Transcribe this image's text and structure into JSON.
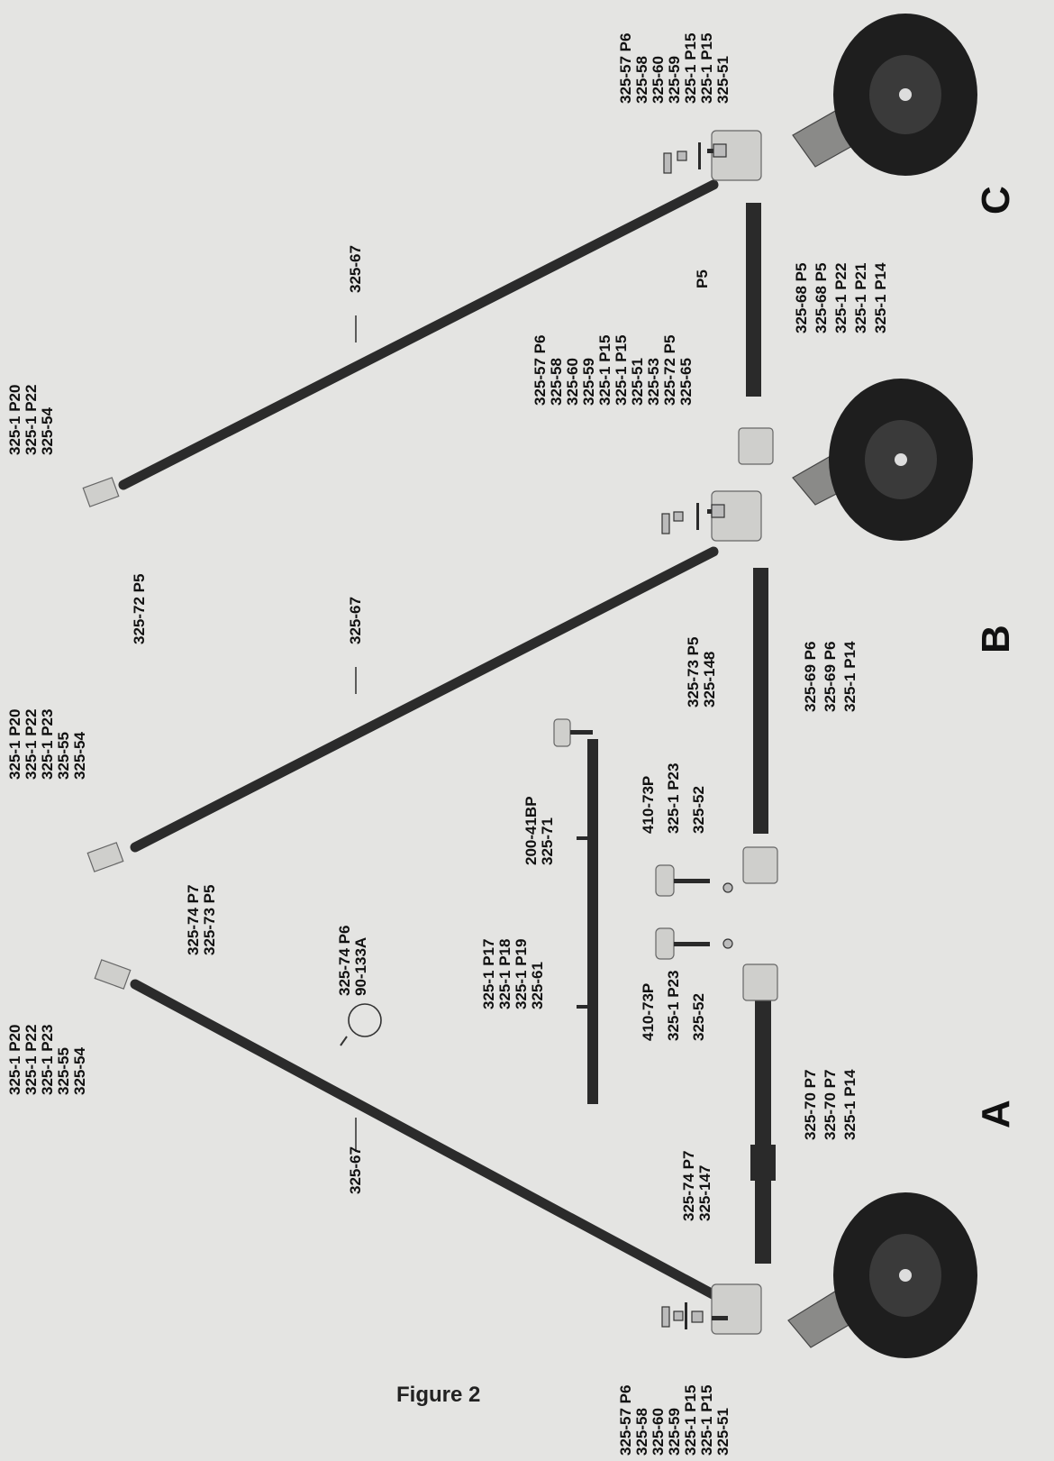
{
  "caption": "Figure 2",
  "assembly_letters": [
    "A",
    "B",
    "C"
  ],
  "callouts": {
    "apex1_left": [
      "325-1 P20",
      "325-1 P22",
      "325-1 P23",
      "325-55",
      "325-54"
    ],
    "apex1_right": [
      "325-74 P7",
      "325-73 P5"
    ],
    "apex2": [
      "325-1 P20",
      "325-1 P22",
      "325-1 P23",
      "325-55",
      "325-54"
    ],
    "apex3": [
      "325-1 P20",
      "325-1 P22",
      "325-54"
    ],
    "apex3_side": "325-72 P5",
    "tube_a": "325-67",
    "tube_b": "325-67",
    "tube_c": "325-67",
    "center_small": [
      "325-74 P6",
      "90-133A"
    ],
    "leg_a_top": [
      "325-57 P6",
      "325-58",
      "325-60",
      "325-59",
      "325-1 P15",
      "325-1 P15",
      "325-51"
    ],
    "leg_b_top": [
      "325-57 P6",
      "325-58",
      "325-60",
      "325-59",
      "325-1 P15",
      "325-1 P15",
      "325-51",
      "325-53",
      "325-72 P5",
      "325-65"
    ],
    "leg_c_top": [
      "325-57 P6",
      "325-58",
      "325-60",
      "325-59",
      "325-1 P15",
      "325-1 P15",
      "325-51"
    ],
    "bar_left": [
      "325-1 P17",
      "325-1 P18",
      "325-1 P19",
      "325-61"
    ],
    "bar_right": [
      "200-41BP",
      "325-71"
    ],
    "knob_left": [
      "410-73P",
      "325-1 P23",
      "325-52"
    ],
    "knob_right": [
      "410-73P",
      "325-1 P23",
      "325-52"
    ],
    "a_axle_upper": [
      "325-74 P7",
      "325-147"
    ],
    "a_axle_lower": [
      "325-70 P7",
      "325-70 P7",
      "325-1 P14"
    ],
    "b_axle_upper": [
      "325-73 P5",
      "325-148"
    ],
    "b_axle_lower": [
      "325-69 P6",
      "325-69 P6",
      "325-1 P14"
    ],
    "c_axle_upper": "P5",
    "c_axle_lower": [
      "325-68 P5",
      "325-68 P5",
      "325-1 P22",
      "325-1 P21",
      "325-1 P14"
    ]
  }
}
